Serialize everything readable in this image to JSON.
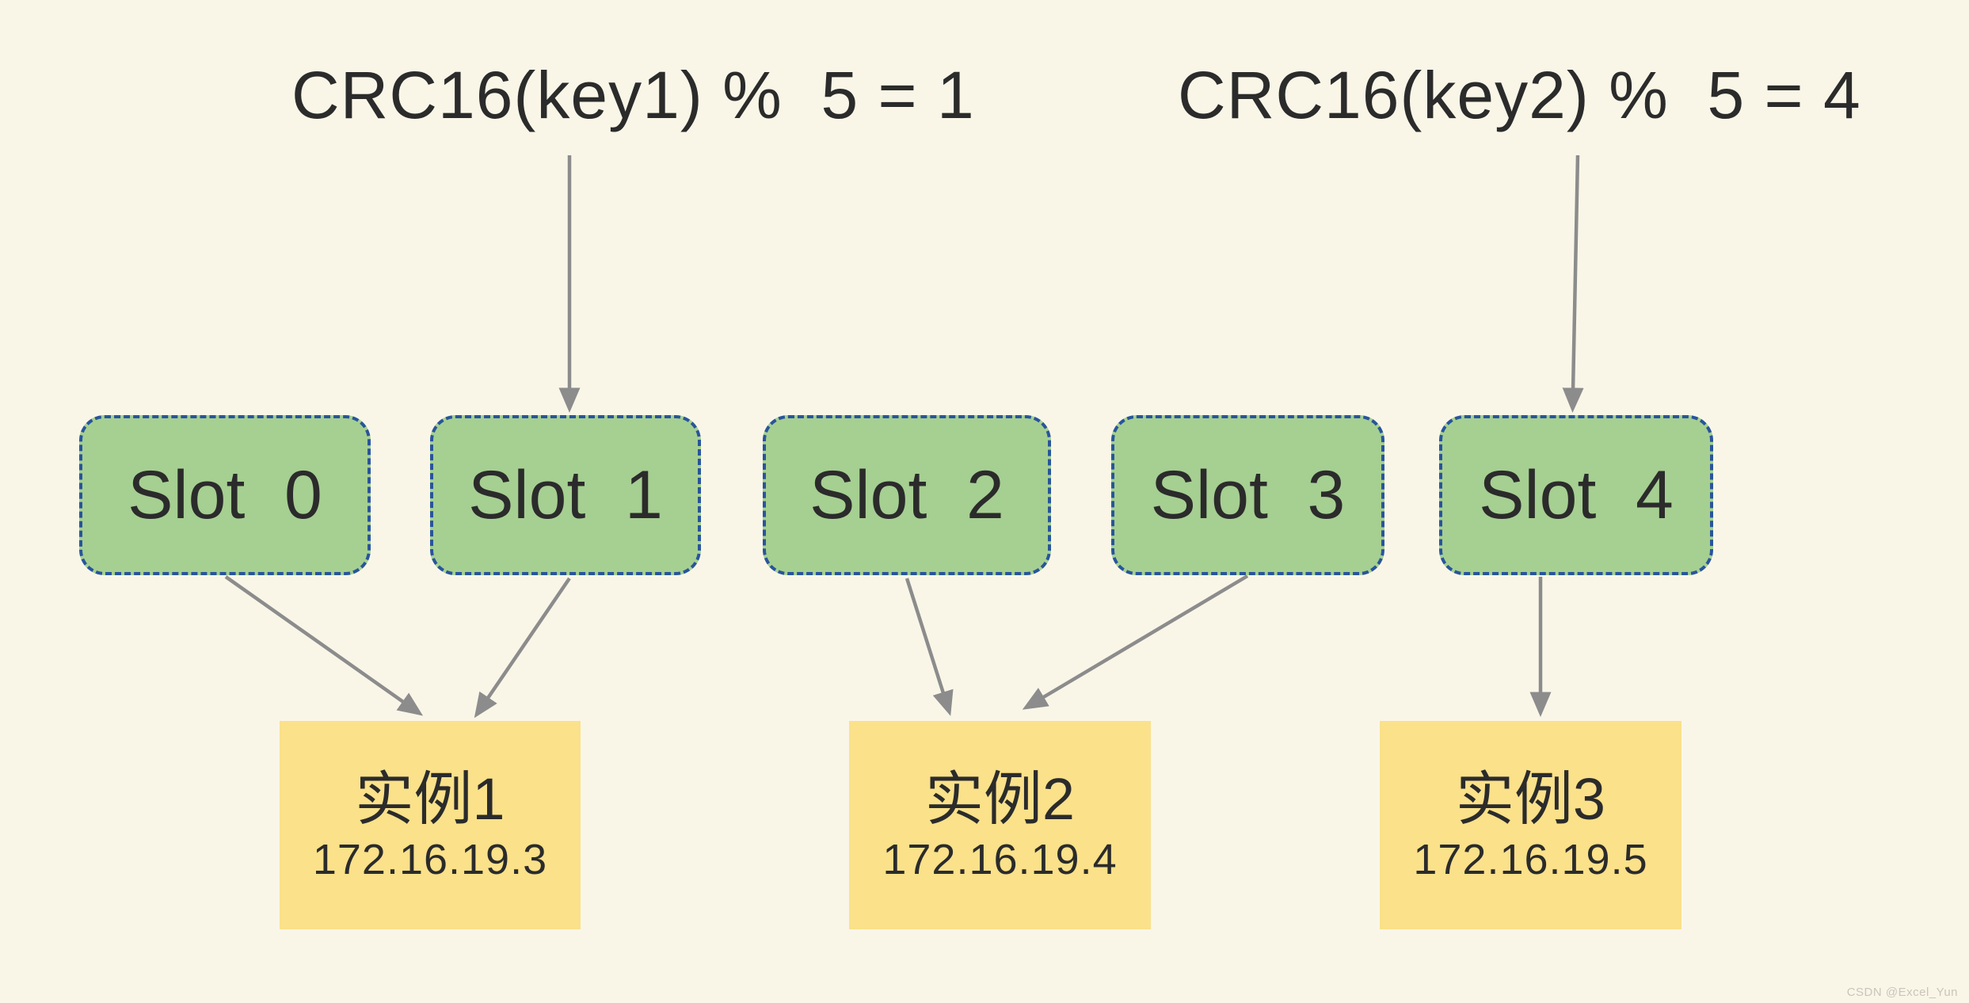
{
  "colors": {
    "background": "#f9f6e8",
    "slot_fill": "#a6cf92",
    "slot_border": "#28559b",
    "instance_fill": "#fae18a",
    "arrow": "#8c8c8c",
    "text": "#2b2b2b",
    "watermark": "#cbc4ba"
  },
  "titles": [
    {
      "label": "CRC16(key1) %  5 = 1"
    },
    {
      "label": "CRC16(key2) %  5 = 4"
    }
  ],
  "slots": [
    {
      "label": "Slot 0"
    },
    {
      "label": "Slot 1"
    },
    {
      "label": "Slot 2"
    },
    {
      "label": "Slot 3"
    },
    {
      "label": "Slot 4"
    }
  ],
  "instances": [
    {
      "name": "实例1",
      "ip": "172.16.19.3"
    },
    {
      "name": "实例2",
      "ip": "172.16.19.4"
    },
    {
      "name": "实例3",
      "ip": "172.16.19.5"
    }
  ],
  "edges": [
    {
      "from": "CRC16(key1) %  5 = 1",
      "to": "Slot 1"
    },
    {
      "from": "CRC16(key2) %  5 = 4",
      "to": "Slot 4"
    },
    {
      "from": "Slot 0",
      "to": "实例1"
    },
    {
      "from": "Slot 1",
      "to": "实例1"
    },
    {
      "from": "Slot 2",
      "to": "实例2"
    },
    {
      "from": "Slot 3",
      "to": "实例2"
    },
    {
      "from": "Slot 4",
      "to": "实例3"
    }
  ],
  "watermark": "CSDN @Excel_Yun"
}
